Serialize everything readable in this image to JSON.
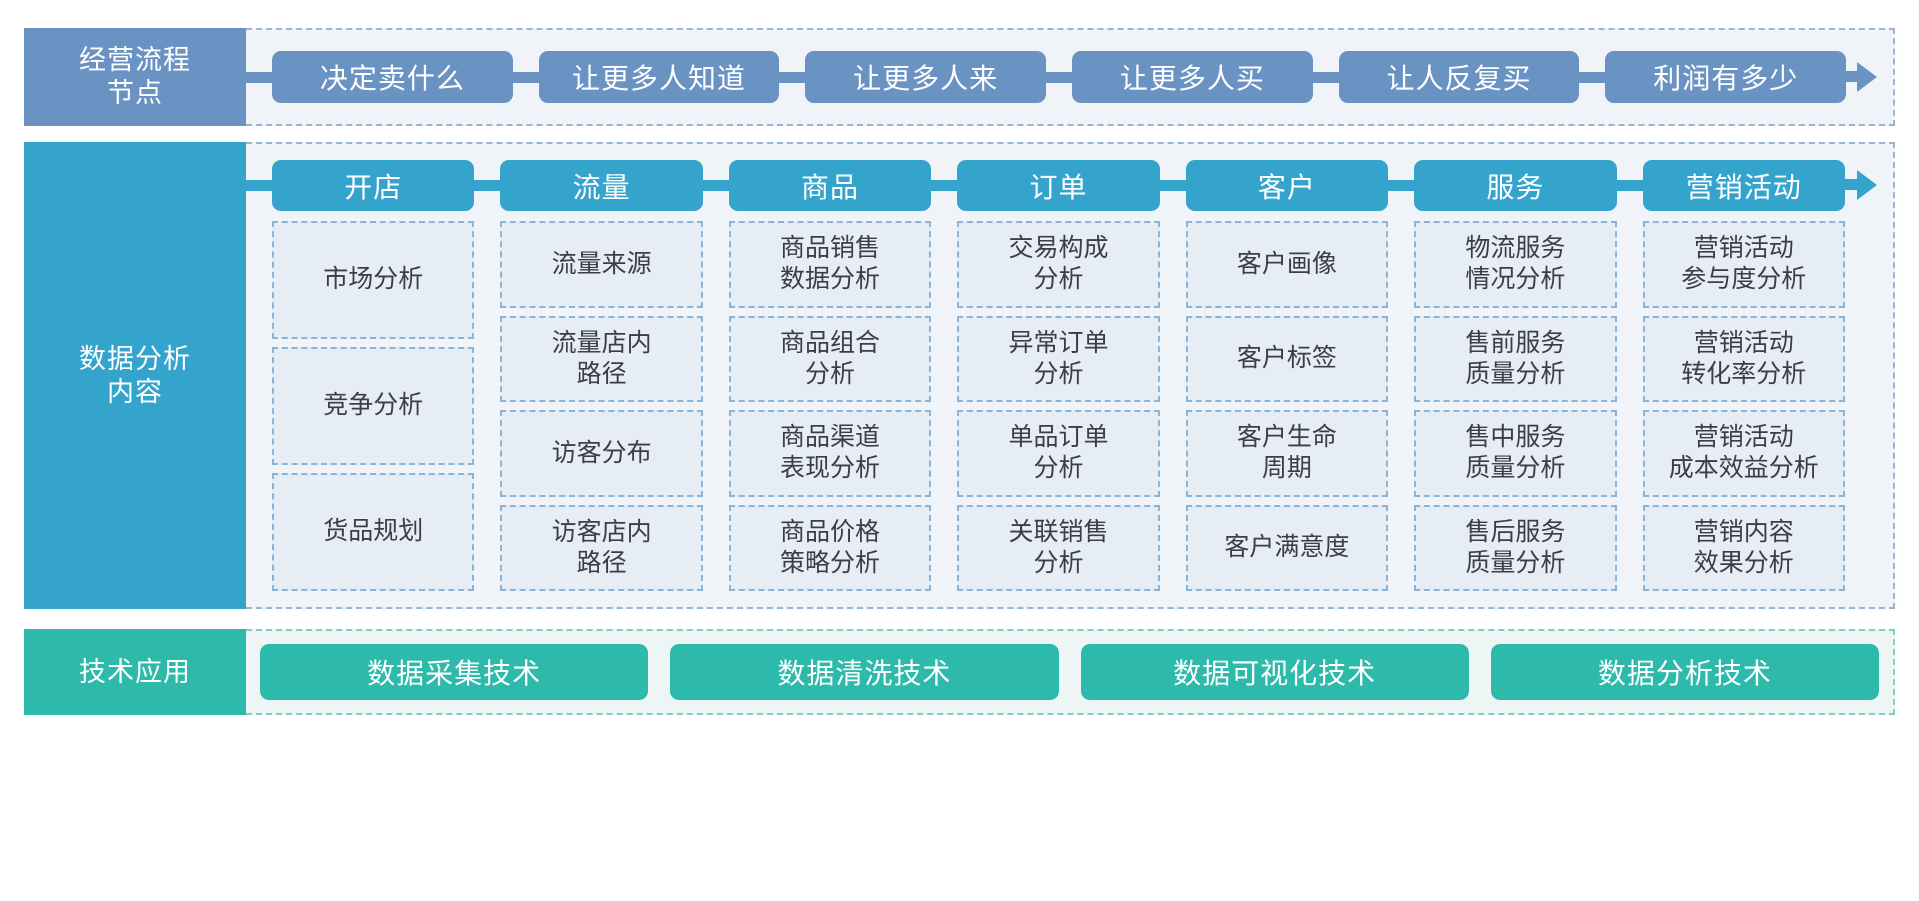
{
  "bands": {
    "process": {
      "label": "经营流程\n节点",
      "label_line1": "经营流程",
      "label_line2": "节点",
      "color": "#6a92c2",
      "nodes": [
        "决定卖什么",
        "让更多人知道",
        "让更多人来",
        "让更多人买",
        "让人反复买",
        "利润有多少"
      ]
    },
    "analysis": {
      "label_line1": "数据分析",
      "label_line2": "内容",
      "color": "#35a4cd",
      "cell_bg": "#e6edf5",
      "cell_border": "#8ab4d8",
      "columns": [
        {
          "header": "开店",
          "cells": [
            "市场分析",
            "竞争分析",
            "货品规划"
          ]
        },
        {
          "header": "流量",
          "cells": [
            "流量来源",
            "流量店内\n路径",
            "访客分布",
            "访客店内\n路径"
          ]
        },
        {
          "header": "商品",
          "cells": [
            "商品销售\n数据分析",
            "商品组合\n分析",
            "商品渠道\n表现分析",
            "商品价格\n策略分析"
          ]
        },
        {
          "header": "订单",
          "cells": [
            "交易构成\n分析",
            "异常订单\n分析",
            "单品订单\n分析",
            "关联销售\n分析"
          ]
        },
        {
          "header": "客户",
          "cells": [
            "客户画像",
            "客户标签",
            "客户生命\n周期",
            "客户满意度"
          ]
        },
        {
          "header": "服务",
          "cells": [
            "物流服务\n情况分析",
            "售前服务\n质量分析",
            "售中服务\n质量分析",
            "售后服务\n质量分析"
          ]
        },
        {
          "header": "营销活动",
          "cells": [
            "营销活动\n参与度分析",
            "营销活动\n转化率分析",
            "营销活动\n成本效益分析",
            "营销内容\n效果分析"
          ]
        }
      ]
    },
    "technology": {
      "label": "技术应用",
      "color": "#2dbaab",
      "nodes": [
        "数据采集技术",
        "数据清洗技术",
        "数据可视化技术",
        "数据分析技术"
      ]
    }
  }
}
